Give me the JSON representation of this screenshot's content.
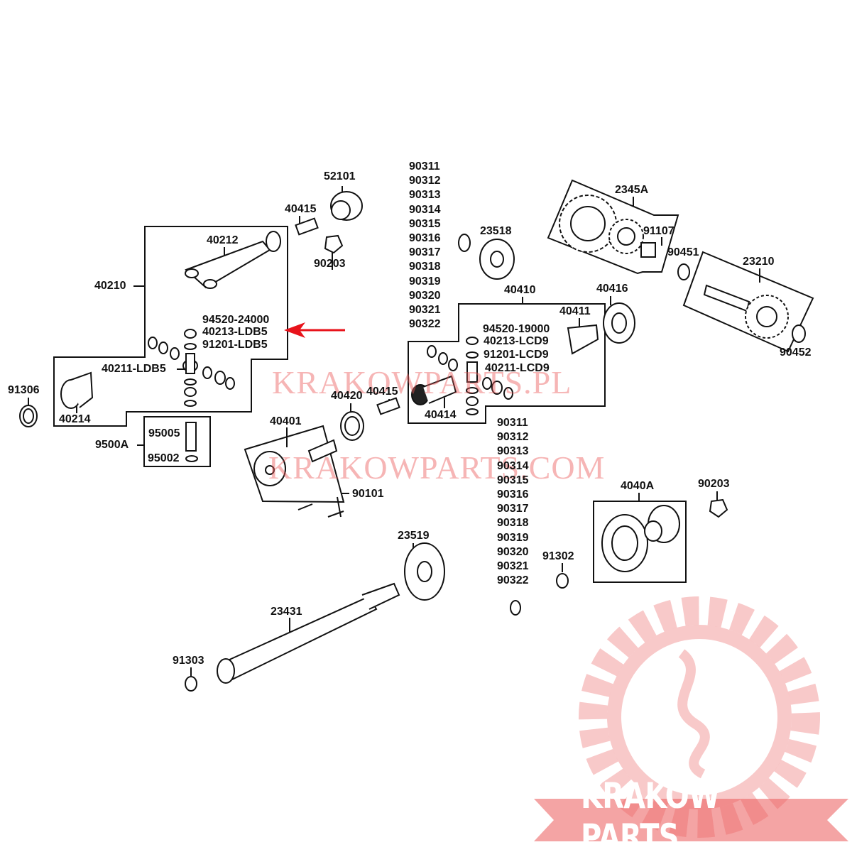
{
  "labels": {
    "p52101": "52101",
    "p40415a": "40415",
    "p40212": "40212",
    "p90203a": "90203",
    "p40210": "40210",
    "p94520_24000": "94520-24000",
    "p40213_LDB5": "40213-LDB5",
    "p91201_LDB5": "91201-LDB5",
    "p40211_LDB5": "40211-LDB5",
    "p91306": "91306",
    "p40214": "40214",
    "p95005": "95005",
    "p95002": "95002",
    "p9500A": "9500A",
    "p23518": "23518",
    "p2345A": "2345A",
    "p91107": "91107",
    "p90451": "90451",
    "p23210": "23210",
    "p40410": "40410",
    "p40416": "40416",
    "p40411": "40411",
    "p90452": "90452",
    "p94520_19000": "94520-19000",
    "p40213_LCD9": "40213-LCD9",
    "p91201_LCD9": "91201-LCD9",
    "p40211_LCD9": "40211-LCD9",
    "p40414": "40414",
    "p40420": "40420",
    "p40415b": "40415",
    "p40401": "40401",
    "p90101": "90101",
    "p4040A": "4040A",
    "p90203b": "90203",
    "p91302": "91302",
    "p23519": "23519",
    "p23431": "23431",
    "p91303": "91303"
  },
  "shim_column_1": [
    "90311",
    "90312",
    "90313",
    "90314",
    "90315",
    "90316",
    "90317",
    "90318",
    "90319",
    "90320",
    "90321",
    "90322"
  ],
  "shim_column_2": [
    "90311",
    "90312",
    "90313",
    "90314",
    "90315",
    "90316",
    "90317",
    "90318",
    "90319",
    "90320",
    "90321",
    "90322"
  ],
  "watermarks": {
    "pl": "KRAKOWPARTS.PL",
    "com": "KRAKOWPARTS.COM",
    "logo": "KRAKOW PARTS"
  },
  "colors": {
    "arrow": "#e8131b",
    "watermark": "#eb5a5a"
  }
}
